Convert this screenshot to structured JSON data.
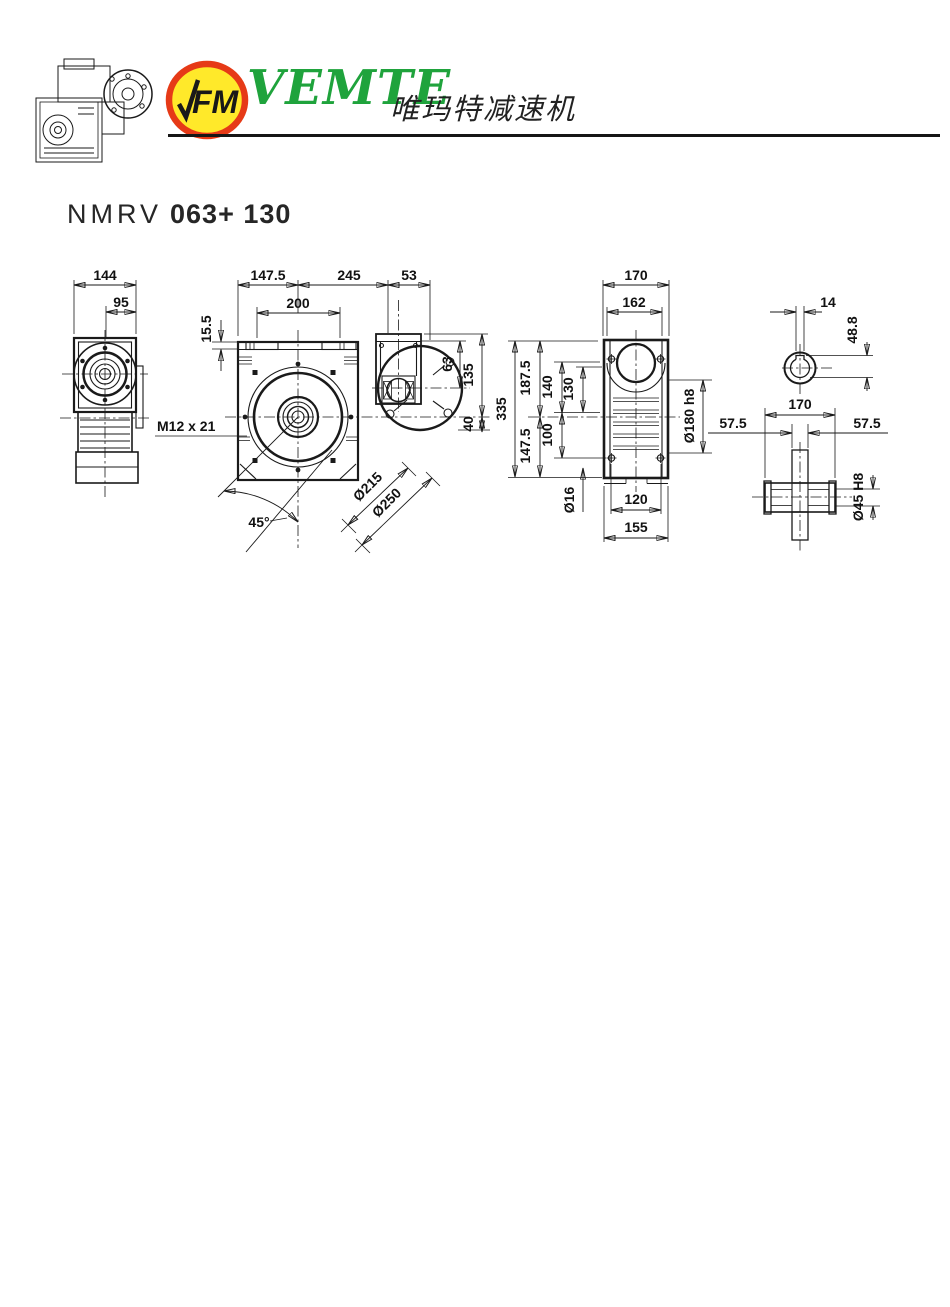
{
  "header": {
    "brand": "VEMTE",
    "brand_cn": "唯玛特减速机",
    "logo_text": "FM"
  },
  "title": {
    "series": "NMRV",
    "model": "063+ 130"
  },
  "dims": {
    "side": {
      "width_total": "144",
      "width_inner": "95"
    },
    "front": {
      "top_left": "147.5",
      "top_mid": "245",
      "top_right": "53",
      "inner_top": "200",
      "step": "15.5",
      "thread": "M12 x 21",
      "motor_h_total": "135",
      "motor_h_inner": "63",
      "below_center": "40",
      "flange_dia1": "Ø215",
      "flange_dia2": "Ø250",
      "angle": "45°"
    },
    "rear": {
      "width_total": "170",
      "width_inner": "162",
      "height_total": "335",
      "height_top": "187.5",
      "height_bottom": "147.5",
      "h_140": "140",
      "h_130": "130",
      "h_100": "100",
      "spigot_dia": "Ø180 h8",
      "hole_dia": "Ø16",
      "bolt_span": "120",
      "base_width": "155"
    },
    "shaft": {
      "key_width": "14",
      "key_depth": "48.8",
      "hub_length": "170",
      "offset_left": "57.5",
      "offset_right": "57.5",
      "bore": "Ø45 H8"
    }
  }
}
